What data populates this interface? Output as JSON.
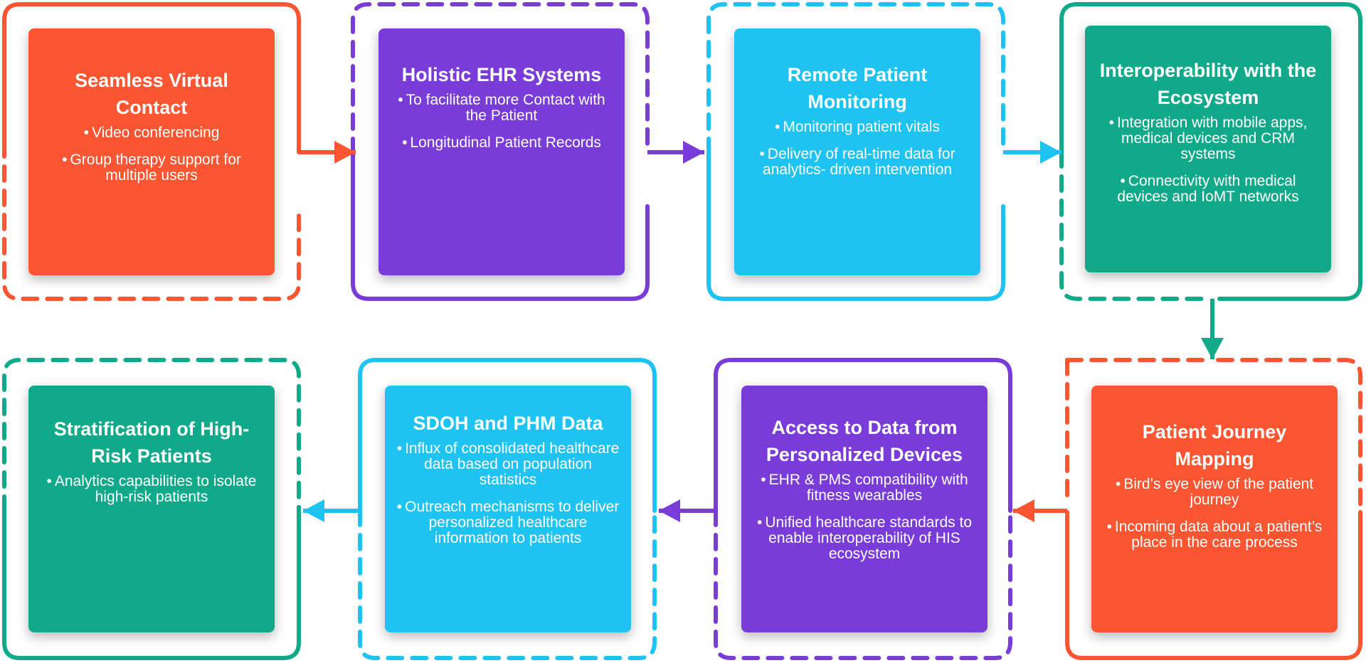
{
  "colors": {
    "orange": "#fb5531",
    "purple": "#7a3cd8",
    "cyan": "#1ec3f1",
    "teal": "#10a98a"
  },
  "steps": [
    {
      "title": "Seamless Virtual Contact",
      "items": [
        "Video conferencing",
        "Group therapy support for multiple users"
      ]
    },
    {
      "title": "Holistic EHR Systems",
      "items": [
        "To facilitate more Contact with the Patient",
        "Longitudinal Patient Records"
      ]
    },
    {
      "title": "Remote Patient Monitoring",
      "items": [
        "Monitoring patient vitals",
        "Delivery of real-time data for analytics- driven intervention"
      ]
    },
    {
      "title": "Interoperability with the Ecosystem",
      "items": [
        "Integration with mobile apps, medical devices and CRM systems",
        "Connectivity with medical devices and IoMT networks"
      ]
    },
    {
      "title": "Patient Journey Mapping",
      "items": [
        "Bird’s eye view of the patient journey",
        "Incoming data about a patient’s place in the care process"
      ]
    },
    {
      "title": "Access to Data from Personalized Devices",
      "items": [
        "EHR & PMS compatibility with fitness wearables",
        "Unified healthcare standards to enable interoperability of HIS ecosystem"
      ]
    },
    {
      "title": "SDOH and PHM Data",
      "items": [
        "Influx of consolidated healthcare data based on population statistics",
        "Outreach mechanisms to deliver personalized healthcare information to patients"
      ]
    },
    {
      "title": "Stratification of High-Risk Patients",
      "items": [
        "Analytics capabilities to isolate high-risk patients"
      ]
    }
  ]
}
